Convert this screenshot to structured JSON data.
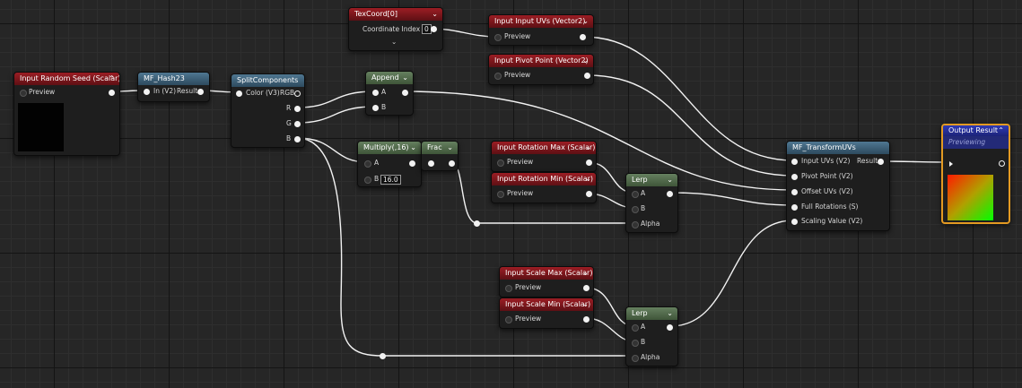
{
  "nodes": {
    "random_seed": {
      "title": "Input Random Seed (Scalar)",
      "preview": "Preview"
    },
    "hash": {
      "title": "MF_Hash23",
      "input": "In (V2)",
      "output": "Result"
    },
    "split": {
      "title": "SplitComponents",
      "input": "Color (V3)",
      "outputs": [
        "RGB",
        "R",
        "G",
        "B"
      ]
    },
    "texcoord": {
      "title": "TexCoord[0]",
      "label": "Coordinate Index",
      "value": "0"
    },
    "uvs": {
      "title": "Input Input UVs (Vector2)",
      "preview": "Preview"
    },
    "pivot": {
      "title": "Input Pivot Point (Vector2)",
      "preview": "Preview"
    },
    "append": {
      "title": "Append",
      "a": "A",
      "b": "B"
    },
    "multiply": {
      "title": "Multiply(,16)",
      "a": "A",
      "b": "B",
      "b_value": "16.0"
    },
    "frac": {
      "title": "Frac"
    },
    "rot_max": {
      "title": "Input Rotation Max (Scalar)",
      "preview": "Preview"
    },
    "rot_min": {
      "title": "Input Rotation Min (Scalar)",
      "preview": "Preview"
    },
    "lerp1": {
      "title": "Lerp",
      "a": "A",
      "b": "B",
      "alpha": "Alpha"
    },
    "scale_max": {
      "title": "Input Scale Max (Scalar)",
      "preview": "Preview"
    },
    "scale_min": {
      "title": "Input Scale Min (Scalar)",
      "preview": "Preview"
    },
    "lerp2": {
      "title": "Lerp",
      "a": "A",
      "b": "B",
      "alpha": "Alpha"
    },
    "transform": {
      "title": "MF_TransformUVs",
      "inputs": [
        "Input UVs (V2)",
        "Pivot Point (V2)",
        "Offset UVs (V2)",
        "Full Rotations (S)",
        "Scaling Value (V2)"
      ],
      "output": "Result"
    },
    "output": {
      "title": "Output Result",
      "status": "Previewing"
    }
  },
  "colors": {
    "input_header": "#9c1d24",
    "function_header": "#4f7792",
    "math_header": "#65805f",
    "output_header": "#2f3ab7",
    "output_border": "#e39a22",
    "wire": "#f2f2f2"
  }
}
